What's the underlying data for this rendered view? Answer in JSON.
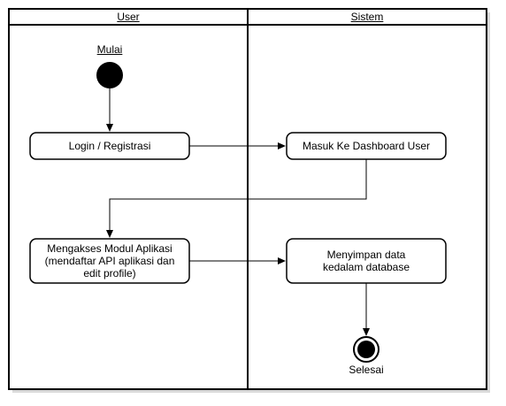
{
  "diagram": {
    "lanes": [
      {
        "id": "user",
        "label": "User"
      },
      {
        "id": "sistem",
        "label": "Sistem"
      }
    ],
    "start_label": "Mulai",
    "end_label": "Selesai",
    "nodes": [
      {
        "id": "login",
        "label": "Login / Registrasi"
      },
      {
        "id": "dashboard",
        "label": "Masuk Ke Dashboard User"
      },
      {
        "id": "modul",
        "label": "Mengakses Modul Aplikasi (mendaftar API aplikasi dan edit profile)"
      },
      {
        "id": "simpan",
        "label": "Menyimpan data kedalam database"
      }
    ],
    "edges": [
      {
        "from": "start",
        "to": "login"
      },
      {
        "from": "login",
        "to": "dashboard"
      },
      {
        "from": "dashboard",
        "to": "modul"
      },
      {
        "from": "modul",
        "to": "simpan"
      },
      {
        "from": "simpan",
        "to": "end"
      }
    ]
  }
}
